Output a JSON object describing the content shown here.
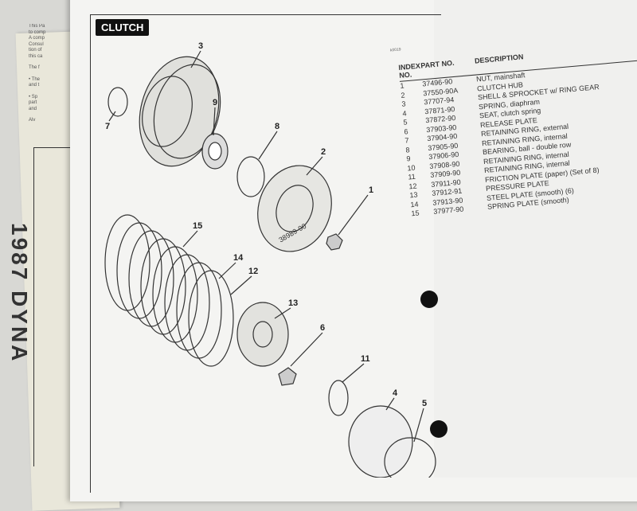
{
  "section_title": "CLUTCH",
  "figure_id": "k0019",
  "back_page_fragments": [
    "This Pa",
    "to comp",
    "A comp",
    "Consul",
    "tion of",
    "this ca",
    "The f",
    "• The",
    "and t",
    "• Sp",
    "part",
    "and",
    "Alv"
  ],
  "back_page_large_text": "1987 DYNA",
  "callouts": [
    "1",
    "2",
    "3",
    "4",
    "5",
    "6",
    "7",
    "8",
    "9",
    "11",
    "12",
    "13",
    "14",
    "15"
  ],
  "diagram_stamp": "38989-90",
  "table": {
    "headers": {
      "index": "INDEX NO.",
      "part": "PART NO.",
      "description": "DESCRIPTION"
    },
    "rows": [
      {
        "index": "1",
        "part": "37496-90",
        "description": "NUT, mainshaft"
      },
      {
        "index": "2",
        "part": "37550-90A",
        "description": "CLUTCH HUB"
      },
      {
        "index": "3",
        "part": "37707-94",
        "description": "SHELL & SPROCKET w/ RING GEAR"
      },
      {
        "index": "4",
        "part": "37871-90",
        "description": "SPRING, diaphram"
      },
      {
        "index": "5",
        "part": "37872-90",
        "description": "SEAT, clutch spring"
      },
      {
        "index": "6",
        "part": "37903-90",
        "description": "RELEASE PLATE"
      },
      {
        "index": "7",
        "part": "37904-90",
        "description": "RETAINING RING, external"
      },
      {
        "index": "8",
        "part": "37905-90",
        "description": "RETAINING RING, internal"
      },
      {
        "index": "9",
        "part": "37906-90",
        "description": "BEARING, ball - double row"
      },
      {
        "index": "10",
        "part": "37908-90",
        "description": "RETAINING RING, internal"
      },
      {
        "index": "11",
        "part": "37909-90",
        "description": "RETAINING RING, internal"
      },
      {
        "index": "12",
        "part": "37911-90",
        "description": "FRICTION PLATE (paper) (Set of 8)"
      },
      {
        "index": "13",
        "part": "37912-91",
        "description": "PRESSURE PLATE"
      },
      {
        "index": "14",
        "part": "37913-90",
        "description": "STEEL PLATE (smooth) (6)"
      },
      {
        "index": "15",
        "part": "37977-90",
        "description": "SPRING PLATE (smooth)"
      }
    ]
  }
}
